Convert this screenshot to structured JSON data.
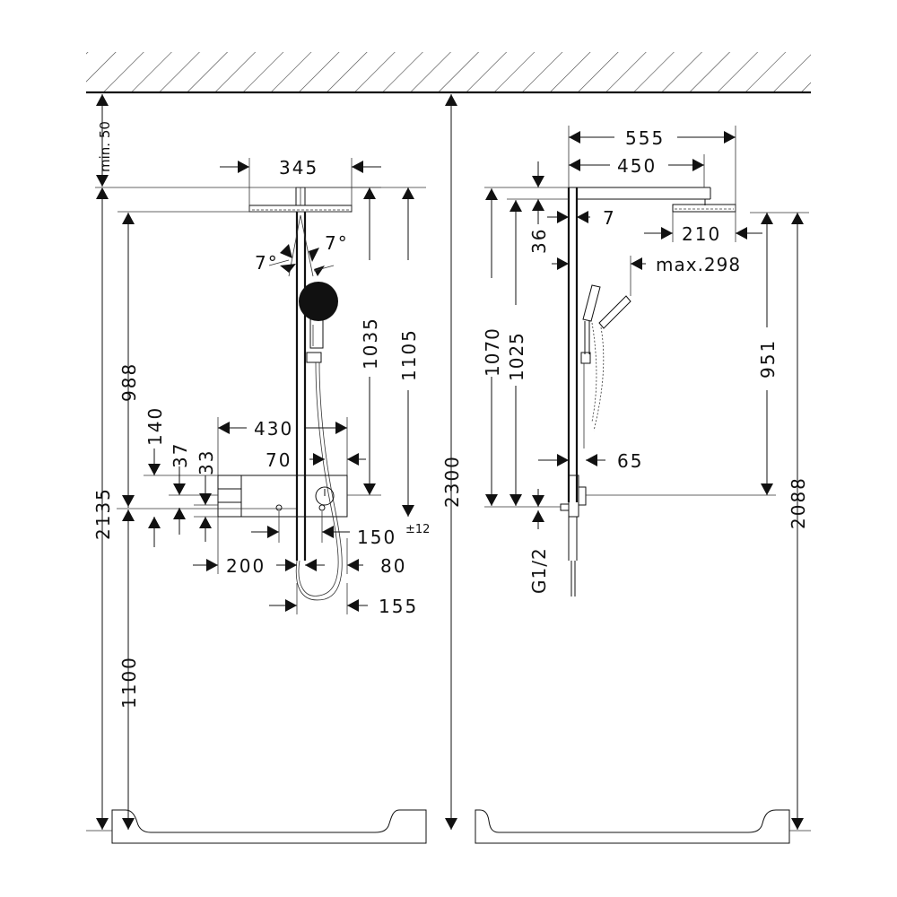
{
  "front_view": {
    "min_gap": "min. 50",
    "head_width": "345",
    "head_height_1035": "1035",
    "head_height_1105": "1105",
    "hand_angle_left": "7°",
    "hand_angle_right": "7°",
    "height_988": "988",
    "height_2135": "2135",
    "height_1100": "1100",
    "thermostat_width": "430",
    "offset_140": "140",
    "offset_37": "37",
    "offset_33": "33",
    "depth_70": "70",
    "spacing_150": "150",
    "tolerance": "±12",
    "width_200": "200",
    "width_80": "80",
    "width_155": "155"
  },
  "overall_height": "2300",
  "side_view": {
    "projection_555": "555",
    "projection_450": "450",
    "offset_7": "7",
    "offset_36": "36",
    "head_210": "210",
    "max_298": "max.298",
    "height_1070": "1070",
    "height_1025": "1025",
    "height_951": "951",
    "depth_65": "65",
    "connection": "G1/2",
    "height_2088": "2088"
  }
}
